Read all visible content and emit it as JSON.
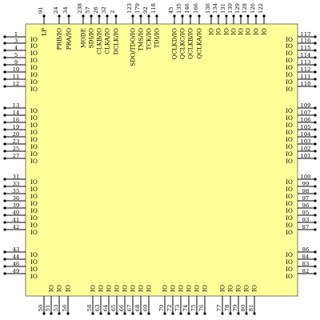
{
  "colors": {
    "chip_fill": "#ffff99",
    "chip_stroke": "#555555",
    "ink": "#000000"
  },
  "top_pins": [
    {
      "num": "91",
      "signal": "LP"
    },
    {
      "num": "24",
      "signal": "PRB/IO"
    },
    {
      "num": "34",
      "signal": "PRA/IO"
    },
    {
      "num": "238",
      "signal": "MODE"
    },
    {
      "num": "57",
      "signal": "SDI/IO"
    },
    {
      "num": "26",
      "signal": "CLKB/IO"
    },
    {
      "num": "32",
      "signal": "CLKA/IO"
    },
    {
      "num": "2",
      "signal": "DCLK/IO"
    },
    {
      "num": "123",
      "signal": "SDO/TDO/IO"
    },
    {
      "num": "179",
      "signal": "TMS/IO"
    },
    {
      "num": "92",
      "signal": "TCK/IO"
    },
    {
      "num": "118",
      "signal": "TDI/IO"
    },
    {
      "num": "45",
      "signal": "QCLKD/IO"
    },
    {
      "num": "135",
      "signal": "QCLKC/IO"
    },
    {
      "num": "146",
      "signal": "QCLKB/IO"
    },
    {
      "num": "166",
      "signal": "QCLKA/IO"
    },
    {
      "num": "136",
      "signal": "IO"
    },
    {
      "num": "134",
      "signal": "IO"
    },
    {
      "num": "131",
      "signal": "IO"
    },
    {
      "num": "130",
      "signal": "IO"
    },
    {
      "num": "129",
      "signal": "IO"
    },
    {
      "num": "128",
      "signal": "IO"
    },
    {
      "num": "126",
      "signal": "IO"
    },
    {
      "num": "122",
      "signal": "IO"
    }
  ],
  "left_pins": [
    {
      "num": "1",
      "signal": "IO"
    },
    {
      "num": "3",
      "signal": "IO"
    },
    {
      "num": "4",
      "signal": "IO"
    },
    {
      "num": "5",
      "signal": "IO"
    },
    {
      "num": "9",
      "signal": "IO"
    },
    {
      "num": "10",
      "signal": "IO"
    },
    {
      "num": "11",
      "signal": "IO"
    },
    {
      "num": "12",
      "signal": "IO"
    },
    {
      "num": "13",
      "signal": "IO"
    },
    {
      "num": "14",
      "signal": "IO"
    },
    {
      "num": "16",
      "signal": "IO"
    },
    {
      "num": "19",
      "signal": "IO"
    },
    {
      "num": "20",
      "signal": "IO"
    },
    {
      "num": "23",
      "signal": "IO"
    },
    {
      "num": "25",
      "signal": "IO"
    },
    {
      "num": "27",
      "signal": "IO"
    },
    {
      "num": "31",
      "signal": "IO"
    },
    {
      "num": "33",
      "signal": "IO"
    },
    {
      "num": "35",
      "signal": "IO"
    },
    {
      "num": "36",
      "signal": "IO"
    },
    {
      "num": "39",
      "signal": "IO"
    },
    {
      "num": "40",
      "signal": "IO"
    },
    {
      "num": "41",
      "signal": "IO"
    },
    {
      "num": "42",
      "signal": "IO"
    },
    {
      "num": "43",
      "signal": "IO"
    },
    {
      "num": "44",
      "signal": "IO"
    },
    {
      "num": "46",
      "signal": "IO"
    },
    {
      "num": "49",
      "signal": "IO"
    }
  ],
  "right_pins": [
    {
      "num": "117",
      "signal": "IO"
    },
    {
      "num": "116",
      "signal": "IO"
    },
    {
      "num": "115",
      "signal": "IO"
    },
    {
      "num": "114",
      "signal": "IO"
    },
    {
      "num": "113",
      "signal": "IO"
    },
    {
      "num": "112",
      "signal": "IO"
    },
    {
      "num": "111",
      "signal": "IO"
    },
    {
      "num": "110",
      "signal": "IO"
    },
    {
      "num": "109",
      "signal": "IO"
    },
    {
      "num": "107",
      "signal": "IO"
    },
    {
      "num": "106",
      "signal": "IO"
    },
    {
      "num": "105",
      "signal": "IO"
    },
    {
      "num": "104",
      "signal": "IO"
    },
    {
      "num": "103",
      "signal": "IO"
    },
    {
      "num": "102",
      "signal": "IO"
    },
    {
      "num": "101",
      "signal": "IO"
    },
    {
      "num": "100",
      "signal": "IO"
    },
    {
      "num": "99",
      "signal": "IO"
    },
    {
      "num": "98",
      "signal": "IO"
    },
    {
      "num": "97",
      "signal": "IO"
    },
    {
      "num": "96",
      "signal": "IO"
    },
    {
      "num": "95",
      "signal": "IO"
    },
    {
      "num": "93",
      "signal": "IO"
    },
    {
      "num": "87",
      "signal": "IO"
    },
    {
      "num": "86",
      "signal": "IO"
    },
    {
      "num": "84",
      "signal": "IO"
    },
    {
      "num": "83",
      "signal": "IO"
    },
    {
      "num": "82",
      "signal": "IO"
    }
  ],
  "bottom_pins": [
    {
      "num": "50",
      "signal": ""
    },
    {
      "num": "51",
      "signal": "IO"
    },
    {
      "num": "53",
      "signal": "IO"
    },
    {
      "num": "56",
      "signal": "IO"
    },
    {
      "num": "58",
      "signal": "IO"
    },
    {
      "num": "63",
      "signal": "IO"
    },
    {
      "num": "64",
      "signal": "IO"
    },
    {
      "num": "65",
      "signal": "IO"
    },
    {
      "num": "66",
      "signal": "IO"
    },
    {
      "num": "67",
      "signal": "IO"
    },
    {
      "num": "68",
      "signal": "IO"
    },
    {
      "num": "69",
      "signal": "IO"
    },
    {
      "num": "70",
      "signal": "IO"
    },
    {
      "num": "72",
      "signal": "IO"
    },
    {
      "num": "73",
      "signal": "IO"
    },
    {
      "num": "74",
      "signal": "IO"
    },
    {
      "num": "75",
      "signal": "IO"
    },
    {
      "num": "76",
      "signal": "IO"
    },
    {
      "num": "77",
      "signal": "IO"
    },
    {
      "num": "78",
      "signal": "IO"
    },
    {
      "num": "79",
      "signal": "IO"
    },
    {
      "num": "80",
      "signal": "IO"
    },
    {
      "num": "81",
      "signal": "IO"
    }
  ]
}
